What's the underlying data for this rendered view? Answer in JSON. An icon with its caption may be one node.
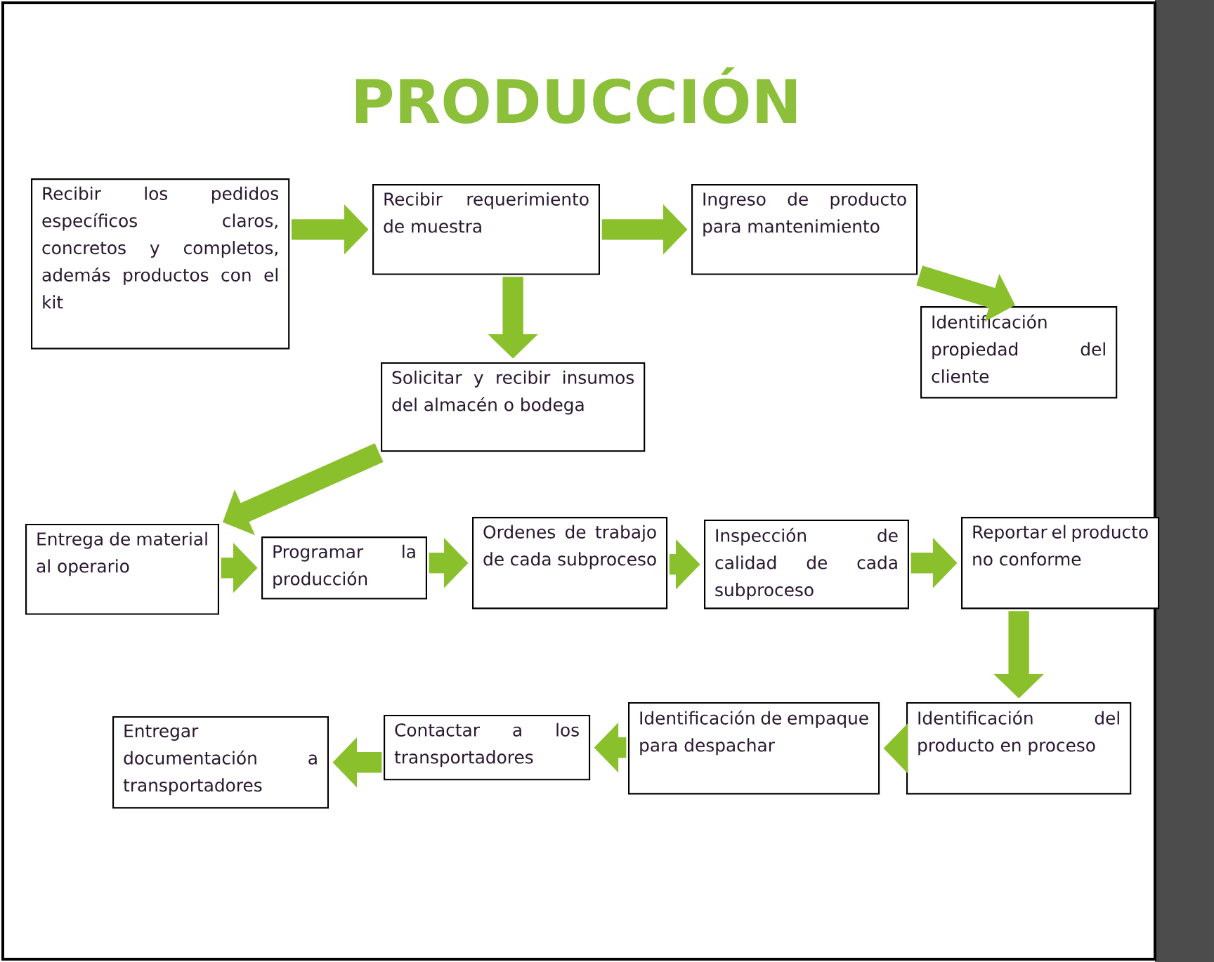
{
  "diagram": {
    "title": "PRODUCCIÓN",
    "nodes": [
      {
        "text": [
          "Recibir los pedidos específicos claros, concretos y completos, además productos con el kit"
        ]
      },
      {
        "text": [
          "Recibir requerimiento de muestra"
        ]
      },
      {
        "text": [
          "Ingreso de producto para mantenimiento"
        ]
      },
      {
        "text": [
          "Identificación propiedad del cliente"
        ]
      },
      {
        "text": [
          "Solicitar y recibir insumos del almacén o bodega"
        ]
      },
      {
        "text": [
          "Entrega de material al operario"
        ]
      },
      {
        "text": [
          "Programar la producción"
        ]
      },
      {
        "text": [
          "Ordenes de trabajo de cada subproceso"
        ]
      },
      {
        "text": [
          "Inspección de calidad de cada subproceso"
        ]
      },
      {
        "text": [
          "Reportar el producto no conforme"
        ]
      },
      {
        "text": [
          "Identificación del producto en proceso"
        ]
      },
      {
        "text": [
          "Identificación de empaque para despachar"
        ]
      },
      {
        "text": [
          "Contactar a los transportadores"
        ]
      },
      {
        "text": [
          "Entregar documentación a transportadores"
        ]
      }
    ],
    "edges": [
      {
        "from": 0,
        "to": 1,
        "arrow": "to"
      },
      {
        "from": 1,
        "to": 2,
        "arrow": "to"
      },
      {
        "from": 2,
        "to": 3,
        "arrow": "to"
      },
      {
        "from": 1,
        "to": 4,
        "arrow": "to"
      },
      {
        "from": 4,
        "to": 5,
        "arrow": "to"
      },
      {
        "from": 5,
        "to": 6,
        "arrow": "to"
      },
      {
        "from": 6,
        "to": 7,
        "arrow": "to"
      },
      {
        "from": 7,
        "to": 8,
        "arrow": "to"
      },
      {
        "from": 8,
        "to": 9,
        "arrow": "to"
      },
      {
        "from": 9,
        "to": 10,
        "arrow": "to"
      },
      {
        "from": 10,
        "to": 11,
        "arrow": "to"
      },
      {
        "from": 11,
        "to": 12,
        "arrow": "to"
      },
      {
        "from": 12,
        "to": 13,
        "arrow": "to"
      }
    ]
  }
}
